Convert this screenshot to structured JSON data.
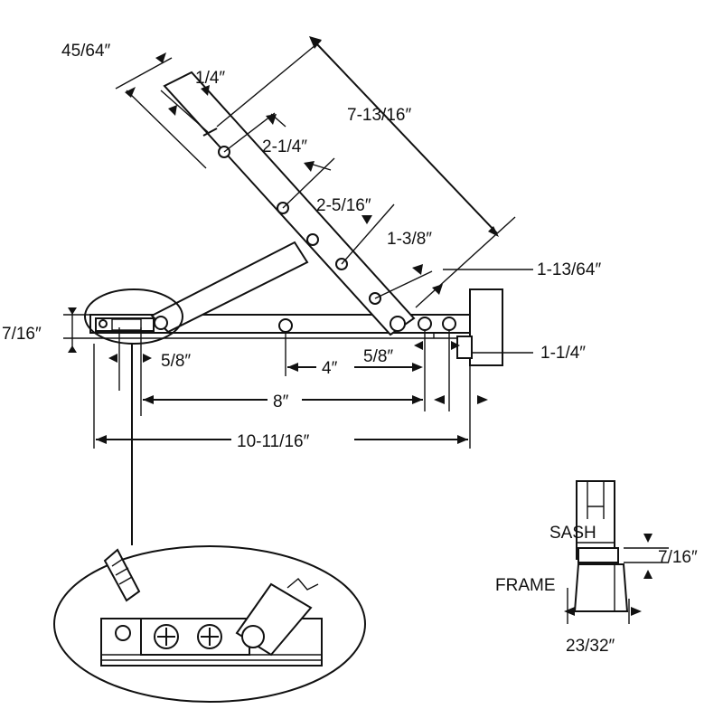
{
  "dimensions": {
    "d_45_64": "45/64″",
    "d_1_4": "1/4″",
    "d_7_13_16": "7-13/16″",
    "d_2_1_4": "2-1/4″",
    "d_2_5_16": "2-5/16″",
    "d_1_3_8": "1-3/8″",
    "d_1_13_64": "1-13/64″",
    "d_7_16_left": "7/16″",
    "d_5_8_left": "5/8″",
    "d_4": "4″",
    "d_5_8_right": "5/8″",
    "d_1_1_4": "1-1/4″",
    "d_8": "8″",
    "d_10_11_16": "10-11/16″",
    "d_7_16_section": "7/16″",
    "d_23_32": "23/32″"
  },
  "section": {
    "sash_label": "SASH",
    "frame_label": "FRAME"
  },
  "icons": {
    "detail": "magnified-shoe-detail",
    "screwdriver": "screwdriver-icon"
  }
}
